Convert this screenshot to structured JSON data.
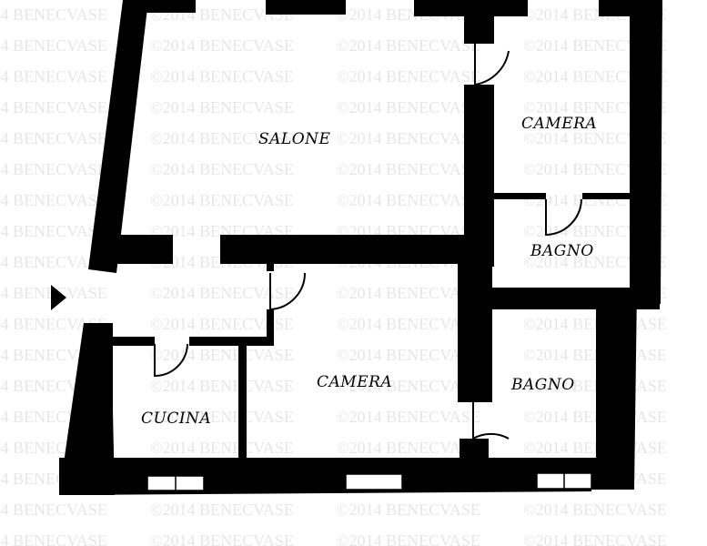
{
  "plan": {
    "rooms": [
      {
        "key": "salone",
        "label": "SALONE"
      },
      {
        "key": "camera_top",
        "label": "CAMERA"
      },
      {
        "key": "bagno_small",
        "label": "BAGNO"
      },
      {
        "key": "camera_mid",
        "label": "CAMERA"
      },
      {
        "key": "bagno_right",
        "label": "BAGNO"
      },
      {
        "key": "cucina",
        "label": "CUCINA"
      }
    ],
    "watermark": "©2014 BENECVASE",
    "colors": {
      "wall": "#000000",
      "floor": "#ffffff",
      "watermark": "#e6e6e6"
    }
  }
}
